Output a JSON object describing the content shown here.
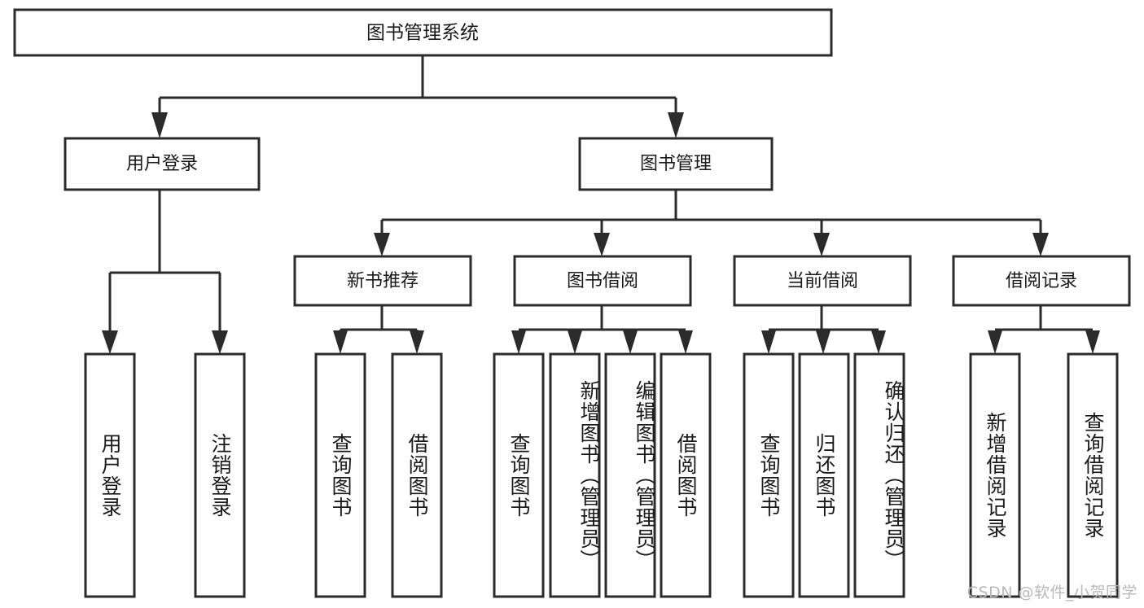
{
  "diagram": {
    "type": "tree-hierarchy",
    "title": "图书管理系统",
    "orientation": "top-down",
    "watermark": "CSDN @软件_小贺同学",
    "colors": {
      "stroke": "#2b2b2b",
      "fill": "#ffffff",
      "text": "#1a1a1a",
      "watermark": "#b9b9b9",
      "background": "#ffffff"
    },
    "nodes": {
      "root": {
        "label": "图书管理系统"
      },
      "level2": [
        {
          "id": "user-login",
          "label": "用户登录"
        },
        {
          "id": "book-manage",
          "label": "图书管理"
        }
      ],
      "level3": [
        {
          "id": "new-book-recommend",
          "label": "新书推荐"
        },
        {
          "id": "book-borrow",
          "label": "图书借阅"
        },
        {
          "id": "current-borrow",
          "label": "当前借阅"
        },
        {
          "id": "borrow-record",
          "label": "借阅记录"
        }
      ],
      "leaves": {
        "user-login": [
          {
            "id": "leaf-user-login",
            "label": "用户登录"
          },
          {
            "id": "leaf-user-logout",
            "label": "注销登录"
          }
        ],
        "new-book-recommend": [
          {
            "id": "leaf-query-book-1",
            "label": "查询图书"
          },
          {
            "id": "leaf-borrow-book-1",
            "label": "借阅图书"
          }
        ],
        "book-borrow": [
          {
            "id": "leaf-query-book-2",
            "label": "查询图书"
          },
          {
            "id": "leaf-add-book",
            "label": "新增图书（管理员）"
          },
          {
            "id": "leaf-edit-book",
            "label": "编辑图书（管理员）"
          },
          {
            "id": "leaf-borrow-book-2",
            "label": "借阅图书"
          }
        ],
        "current-borrow": [
          {
            "id": "leaf-query-book-3",
            "label": "查询图书"
          },
          {
            "id": "leaf-return-book",
            "label": "归还图书"
          },
          {
            "id": "leaf-confirm-return",
            "label": "确认归还（管理员）"
          }
        ],
        "borrow-record": [
          {
            "id": "leaf-add-record",
            "label": "新增借阅记录"
          },
          {
            "id": "leaf-query-record",
            "label": "查询借阅记录"
          }
        ]
      }
    }
  }
}
